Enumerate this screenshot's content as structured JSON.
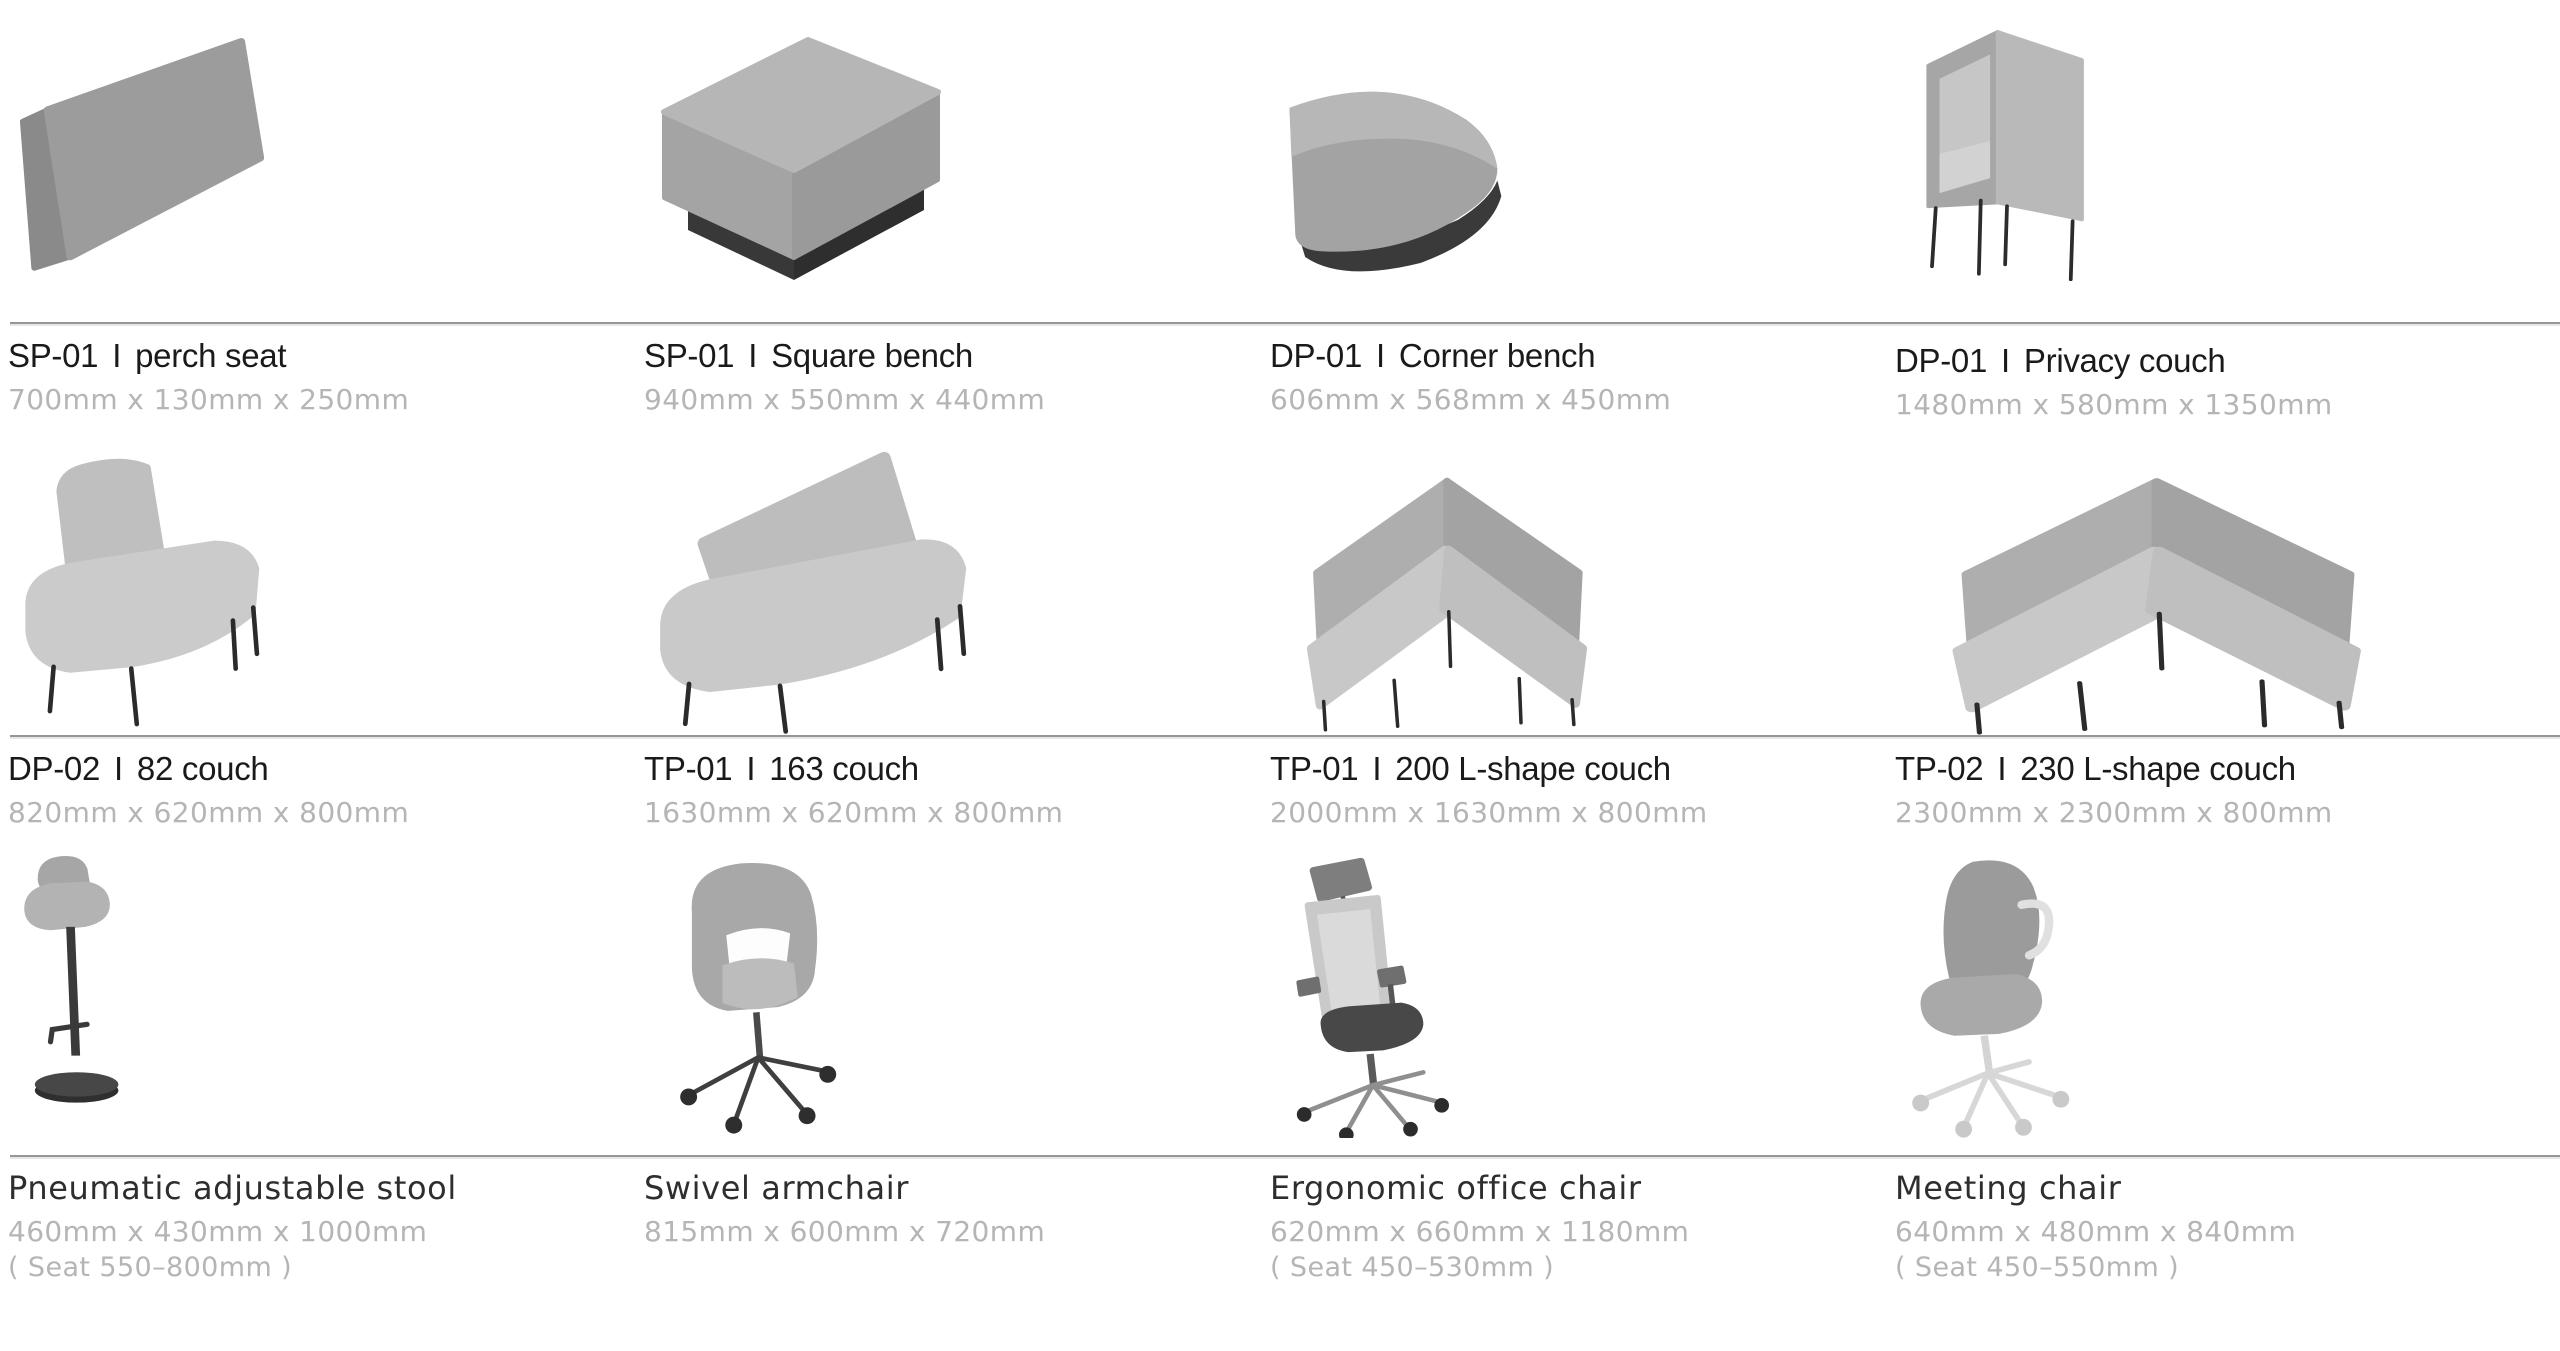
{
  "page": {
    "background": "#ffffff",
    "divider_color": "#969696",
    "title_color": "#1a1a1a",
    "dimension_color": "#b5b5b5"
  },
  "products": [
    {
      "code": "SP-01",
      "separator": "I",
      "name": "perch seat",
      "dimensions": "700mm x 130mm x 250mm",
      "image": "perch-seat"
    },
    {
      "code": "SP-01",
      "separator": "I",
      "name": "Square bench",
      "dimensions": "940mm x 550mm x 440mm",
      "image": "square-bench"
    },
    {
      "code": "DP-01",
      "separator": "I",
      "name": "Corner bench",
      "dimensions": "606mm x 568mm x 450mm",
      "image": "corner-bench"
    },
    {
      "code": "DP-01",
      "separator": "I",
      "name": "Privacy couch",
      "dimensions": "1480mm x 580mm x 1350mm",
      "image": "privacy-couch"
    },
    {
      "code": "DP-02",
      "separator": "I",
      "name": "82 couch",
      "dimensions": "820mm x 620mm x 800mm",
      "image": "two-seat-couch"
    },
    {
      "code": "TP-01",
      "separator": "I",
      "name": "163 couch",
      "dimensions": "1630mm x 620mm x 800mm",
      "image": "three-seat-couch"
    },
    {
      "code": "TP-01",
      "separator": "I",
      "name": "200 L-shape couch",
      "dimensions": "2000mm x 1630mm x 800mm",
      "image": "l-shape-couch-200"
    },
    {
      "code": "TP-02",
      "separator": "I",
      "name": "230 L-shape couch",
      "dimensions": "2300mm x 2300mm x 800mm",
      "image": "l-shape-couch-230"
    },
    {
      "name": "Pneumatic adjustable stool",
      "dimensions": "460mm x 430mm x 1000mm",
      "seat_range": "( Seat 550–800mm )",
      "image": "pneumatic-adjustable-stool"
    },
    {
      "name": "Swivel armchair",
      "dimensions": "815mm x 600mm x 720mm",
      "image": "swivel-armchair"
    },
    {
      "name": "Ergonomic office chair",
      "dimensions": "620mm x 660mm x 1180mm",
      "seat_range": "( Seat 450–530mm )",
      "image": "ergonomic-office-chair"
    },
    {
      "name": "Meeting chair",
      "dimensions": "640mm x 480mm x 840mm",
      "seat_range": "( Seat 450–550mm )",
      "image": "meeting-chair"
    }
  ]
}
